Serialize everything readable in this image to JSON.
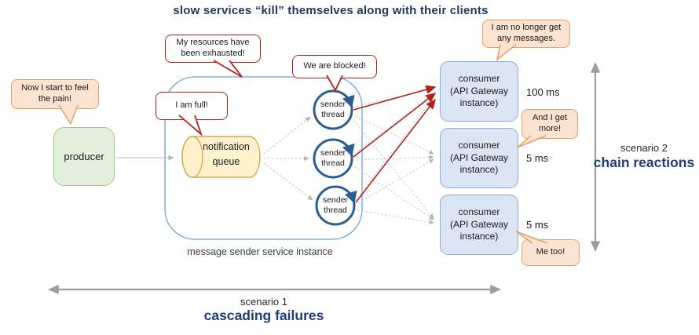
{
  "title": "slow services “kill” themselves along with their clients",
  "nodes": {
    "producer": {
      "label": "producer"
    },
    "queue": {
      "lines": [
        "notification",
        "queue"
      ]
    },
    "container_label": "message sender service instance",
    "threads": [
      {
        "lines": [
          "sender",
          "thread"
        ]
      },
      {
        "lines": [
          "sender",
          "thread"
        ]
      },
      {
        "lines": [
          "sender",
          "thread"
        ]
      }
    ],
    "consumers": [
      {
        "lines": [
          "consumer",
          "(API Gateway",
          "instance)"
        ],
        "latency": "100 ms"
      },
      {
        "lines": [
          "consumer",
          "(API Gateway",
          "instance)"
        ],
        "latency": "5 ms"
      },
      {
        "lines": [
          "consumer",
          "(API Gateway",
          "instance)"
        ],
        "latency": "5 ms"
      }
    ]
  },
  "bubbles": {
    "pain": {
      "text": "Now I start to feel the pain!"
    },
    "exhausted": {
      "text": "My resources have been exhausted!"
    },
    "full": {
      "text": "I am full!"
    },
    "blocked": {
      "text": "We are blocked!"
    },
    "no_messages": {
      "text": "I am no longer get any messages."
    },
    "more": {
      "text": "And I get more!"
    },
    "me_too": {
      "text": "Me too!"
    }
  },
  "scenarios": {
    "s1": {
      "label": "scenario 1",
      "name": "cascading failures"
    },
    "s2": {
      "label": "scenario 2",
      "name": "chain reactions"
    }
  },
  "colors": {
    "title_navy": "#1f3864",
    "scenario_blue": "#1f3d7a",
    "alert_red": "#b02318",
    "thread_blue": "#2c5f8f",
    "consumer_fill": "#dbe5f4",
    "consumer_border": "#8faadc",
    "producer_fill": "#e4f0dc",
    "producer_border": "#9dc986",
    "queue_fill": "#fdf2cc",
    "queue_border": "#d2ab55",
    "peach_fill": "#fbe3d1",
    "peach_border": "#e6a067",
    "dashed_gray": "#c2c2c2",
    "double_arrow_gray": "#9d9d9d"
  }
}
